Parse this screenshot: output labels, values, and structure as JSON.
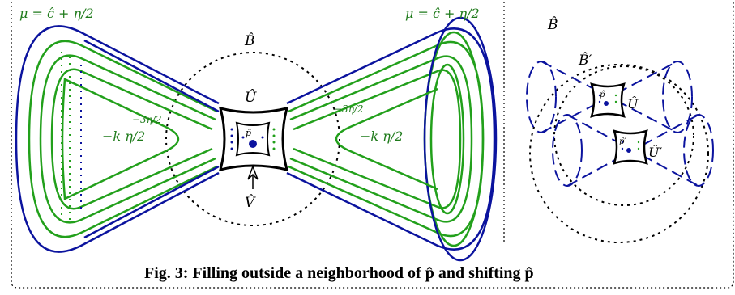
{
  "colors": {
    "green": "#22a01b",
    "blue": "#0b139e",
    "black": "#000000",
    "text_green": "#1e7a1a"
  },
  "labels": {
    "mu_left": "μ = ĉ + η/2",
    "mu_right": "μ = ĉ + η/2",
    "B_hat": "B̂",
    "U_hat": "Û",
    "V_hat": "V̂",
    "p_hat": "p̂",
    "minus_3eta_left": "−3η/2",
    "minus_3eta_right": "−3η/2",
    "minus_k_left": "−k η/2",
    "minus_k_right": "−k η/2",
    "B_hat_right": "B̂",
    "B_prime": "B̂′",
    "U_hat_right": "Û",
    "U_prime": "Û′",
    "p_hat_right": "p̂",
    "p_prime": "p̂′"
  },
  "caption": "Fig. 3: Filling outside a neighborhood of p̂ and shifting p̂"
}
